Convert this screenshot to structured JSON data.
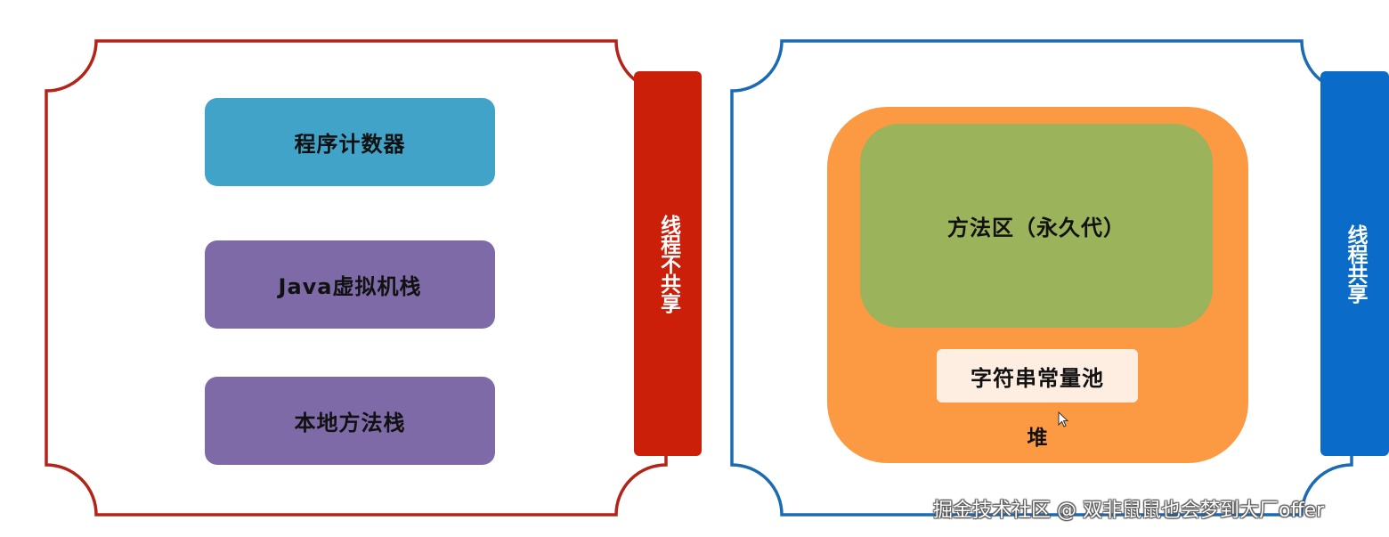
{
  "colors": {
    "left_frame": "#b42318",
    "left_band": "#cc1f0a",
    "right_frame": "#1a6ab4",
    "right_band": "#0a6bc8",
    "program_counter": "#42a3c9",
    "stack": "#7e6aa7",
    "heap": "#fb9a42",
    "method_area": "#9bb35a",
    "string_pool": "#fdeee1"
  },
  "left_panel": {
    "boxes": [
      {
        "label": "程序计数器"
      },
      {
        "label": "Java虚拟机栈"
      },
      {
        "label": "本地方法栈"
      }
    ],
    "band_label": "线程不共享"
  },
  "right_panel": {
    "heap_label": "堆",
    "method_area_label": "方法区（永久代）",
    "string_pool_label": "字符串常量池",
    "band_label": "线程共享"
  },
  "watermark": "掘金技术社区 @ 双非鼠鼠也会梦到大厂offer",
  "icons": {
    "cursor": "mouse-pointer-icon"
  }
}
